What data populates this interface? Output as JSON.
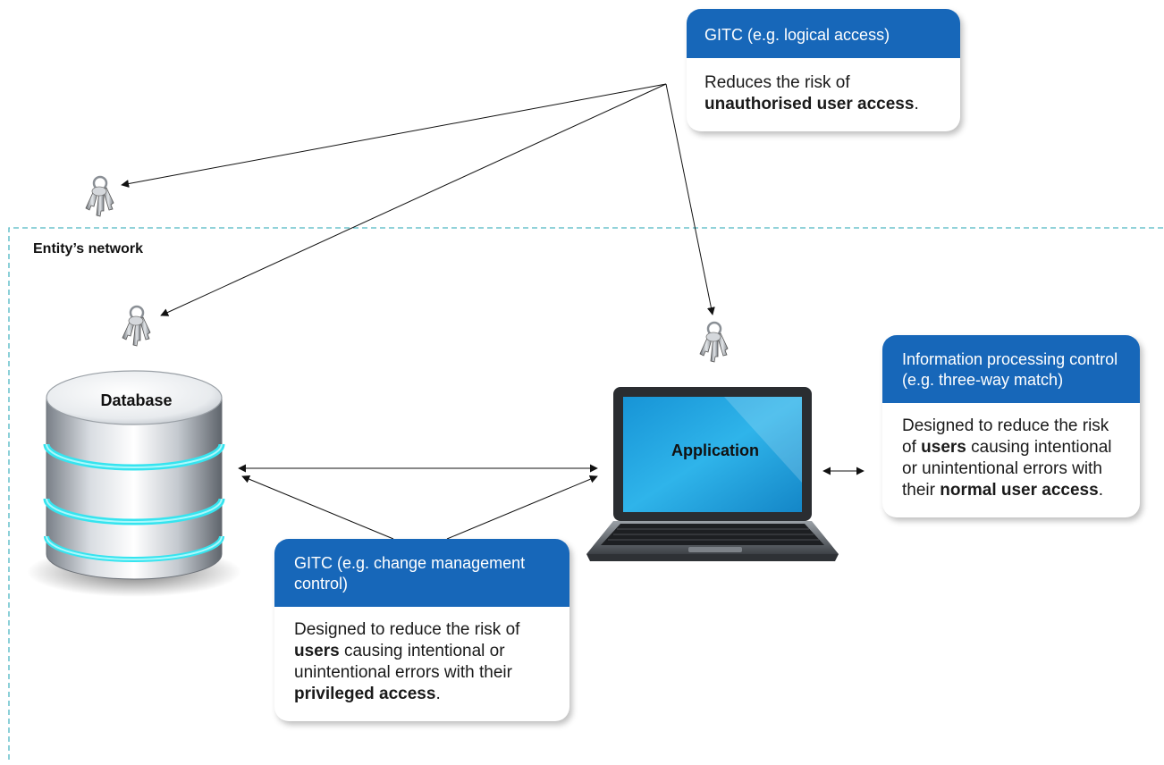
{
  "network_label": "Entity’s network",
  "database_label": "Database",
  "application_label": "Application",
  "cards": {
    "logical_access": {
      "title": "GITC (e.g. logical access)",
      "body_1": "Reduces the risk of",
      "body_bold": "unauthorised user access",
      "body_2": "."
    },
    "change_management": {
      "title": "GITC (e.g. change management control)",
      "body_1": "Designed to reduce the risk of",
      "body_bold_1": "users",
      "body_2": "causing intentional or unintentional errors with their",
      "body_bold_2": "privileged access",
      "body_3": "."
    },
    "information_processing": {
      "title": "Information processing control (e.g. three-way match)",
      "body_1": "Designed to reduce the risk of",
      "body_bold_1": "users",
      "body_2": "causing intentional or unintentional errors with their",
      "body_bold_2": "normal user access",
      "body_3": "."
    }
  },
  "colors": {
    "card_header": "#1767b9",
    "network_border": "#4fb6c2",
    "db_glow": "#35e4ef",
    "screen": "#1ea4dd"
  },
  "icons": [
    "keys-icon",
    "database-icon",
    "laptop-icon"
  ]
}
